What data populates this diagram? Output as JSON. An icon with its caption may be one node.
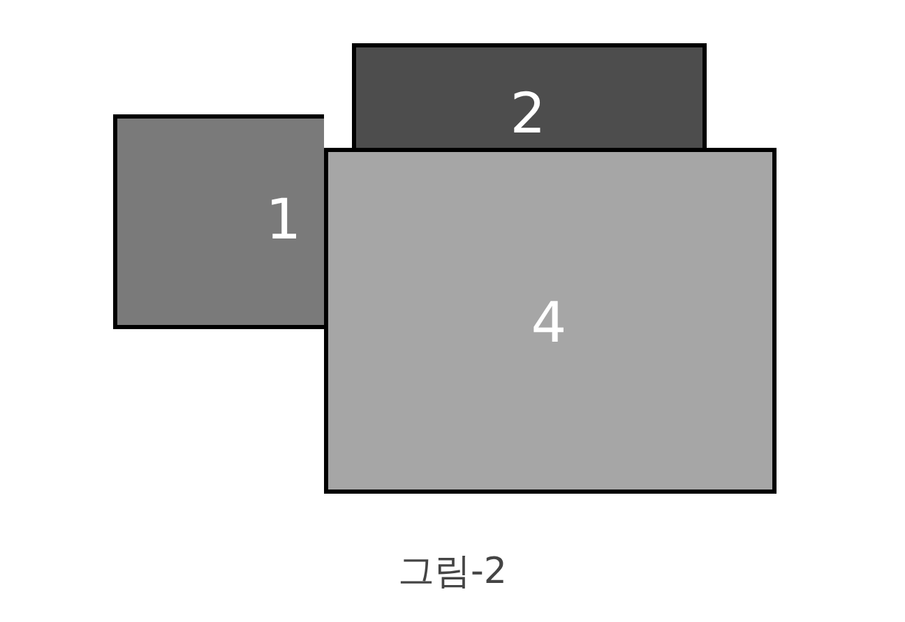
{
  "diagram": {
    "caption": "그림-2",
    "nodes": [
      {
        "text": [
          "1"
        ]
      },
      {
        "text": [
          "2"
        ]
      },
      {
        "text": [
          "4"
        ]
      }
    ]
  }
}
